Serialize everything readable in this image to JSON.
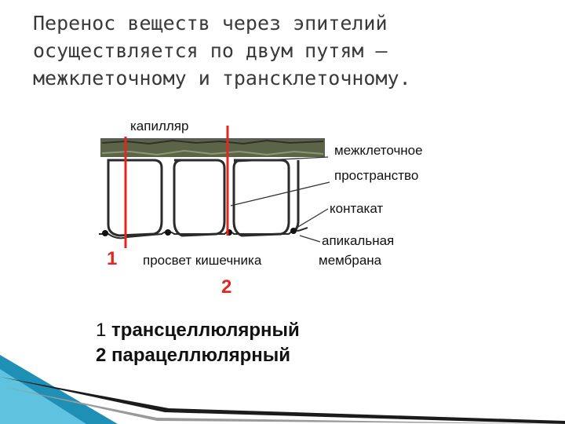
{
  "slide": {
    "title_lines": [
      "Перенос веществ через эпителий",
      "осуществляется по двум путям —",
      "межклеточному и трансклеточному."
    ]
  },
  "diagram": {
    "labels": {
      "capillary": "капилляр",
      "intercellular_space_1": "межклеточное",
      "intercellular_space_2": "пространство",
      "contact": "контакат",
      "apical_membrane_1": "апикальная",
      "apical_membrane_2": "мембрана",
      "lumen": "просвет кишечника",
      "route_1": "1",
      "route_2": "2"
    },
    "legend": [
      {
        "num": "1",
        "text": "трансцеллюлярный"
      },
      {
        "num": "2",
        "text": "парацеллюлярный"
      }
    ],
    "colors": {
      "route_line": "#e0281f",
      "membrane": "#2b2b2b",
      "slide_accent": "#1e8fb5"
    }
  }
}
